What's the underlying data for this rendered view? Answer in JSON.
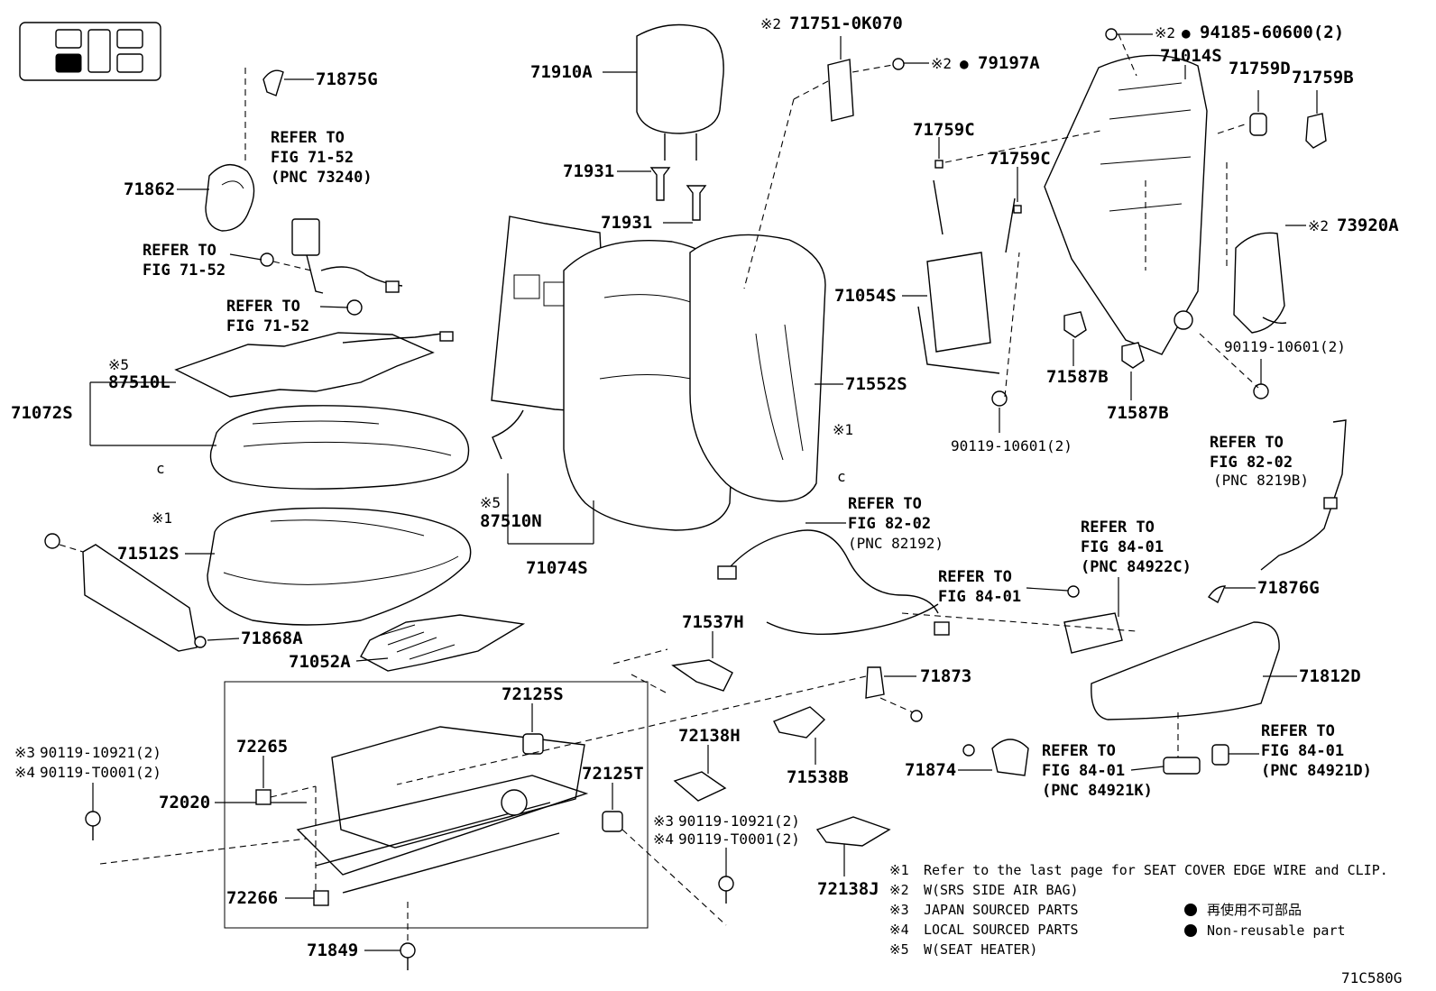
{
  "parts": {
    "p71875G": "71875G",
    "p71862": "71862",
    "p71910A": "71910A",
    "p71931a": "71931",
    "p71931b": "71931",
    "p71751": "71751-0K070",
    "p79197A": "79197A",
    "p94185": "94185-60600(2)",
    "p71014S": "71014S",
    "p71759D": "71759D",
    "p71759B": "71759B",
    "p71759C_a": "71759C",
    "p71759C_b": "71759C",
    "p73920A": "73920A",
    "p71054S": "71054S",
    "p71552S": "71552S",
    "p90119_10601_r": "90119-10601(2)",
    "p71587B_a": "71587B",
    "p71587B_b": "71587B",
    "p90119_10601_l": "90119-10601(2)",
    "p87510L": "87510L",
    "p71072S": "71072S",
    "p71512S": "71512S",
    "p71868A": "71868A",
    "p71052A": "71052A",
    "p87510N": "87510N",
    "p71074S": "71074S",
    "p71537H": "71537H",
    "p71873": "71873",
    "p71538B": "71538B",
    "p72138H": "72138H",
    "p71874": "71874",
    "p71876G": "71876G",
    "p71812D": "71812D",
    "p72125S": "72125S",
    "p72125T": "72125T",
    "p72265": "72265",
    "p72020": "72020",
    "p72266": "72266",
    "p71849": "71849",
    "p72138J": "72138J",
    "p_left_bolt_1": "90119-10921(2)",
    "p_left_bolt_2": "90119-T0001(2)",
    "p_mid_bolt_1": "90119-10921(2)",
    "p_mid_bolt_2": "90119-T0001(2)"
  },
  "marks": {
    "m1": "※1",
    "m2": "※2",
    "m3": "※3",
    "m4": "※4",
    "m5": "※5",
    "dot": "●"
  },
  "refs": {
    "r1_l1": "REFER TO",
    "r1_l2": "FIG 71-52",
    "r1_l3": "(PNC 73240)",
    "r2_l1": "REFER TO",
    "r2_l2": "FIG 71-52",
    "r3_l1": "REFER TO",
    "r3_l2": "FIG 71-52",
    "r4_l1": "REFER TO",
    "r4_l2": "FIG 82-02",
    "r4_l3": "(PNC 82192)",
    "r5_l1": "REFER TO",
    "r5_l2": "FIG 82-02",
    "r5_l3": "(PNC 8219B)",
    "r6_l1": "REFER TO",
    "r6_l2": "FIG 84-01",
    "r6_l3": "(PNC 84922C)",
    "r7_l1": "REFER TO",
    "r7_l2": "FIG 84-01",
    "r8_l1": "REFER TO",
    "r8_l2": "FIG 84-01",
    "r8_l3": "(PNC 84921K)",
    "r9_l1": "REFER TO",
    "r9_l2": "FIG 84-01",
    "r9_l3": "(PNC 84921D)"
  },
  "legend": {
    "n1": "Refer to the last page for SEAT COVER EDGE WIRE and CLIP.",
    "n2": "W(SRS SIDE AIR BAG)",
    "n3": "JAPAN SOURCED PARTS",
    "n4": "LOCAL SOURCED PARTS",
    "n5": "W(SEAT HEATER)",
    "jp": "再使用不可部品",
    "en": "Non-reusable part"
  },
  "figure_code": "71C580G",
  "seat_position_icon": "seat-position-icon"
}
